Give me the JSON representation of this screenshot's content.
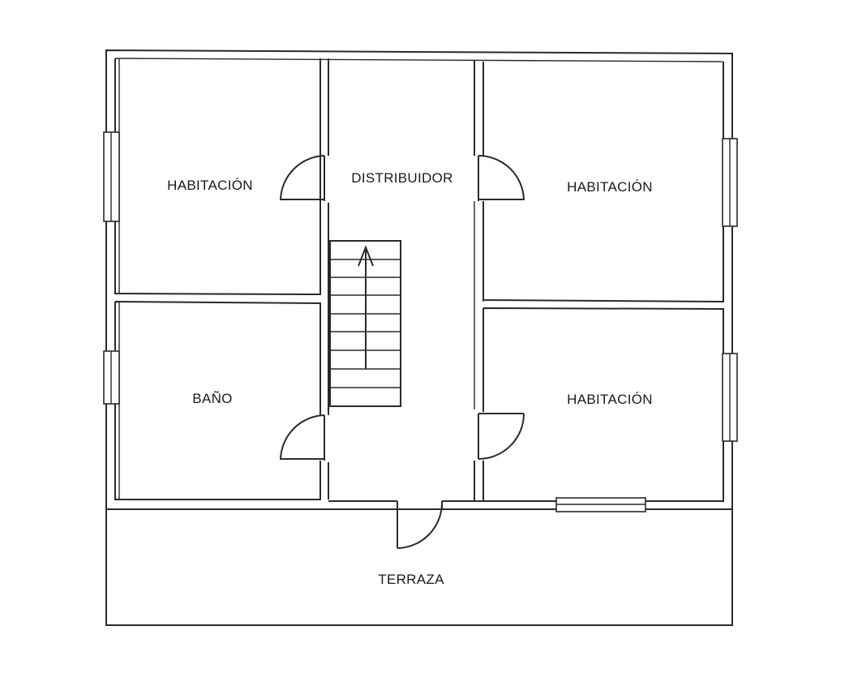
{
  "rooms": {
    "bedroom_top_left": "HABITACIÓN",
    "hall": "DISTRIBUIDOR",
    "bedroom_top_right": "HABITACIÓN",
    "bathroom": "BAÑO",
    "bedroom_bottom_right": "HABITACIÓN",
    "terrace": "TERRAZA"
  },
  "colors": {
    "line": "#2a2a2a",
    "background": "#ffffff"
  }
}
